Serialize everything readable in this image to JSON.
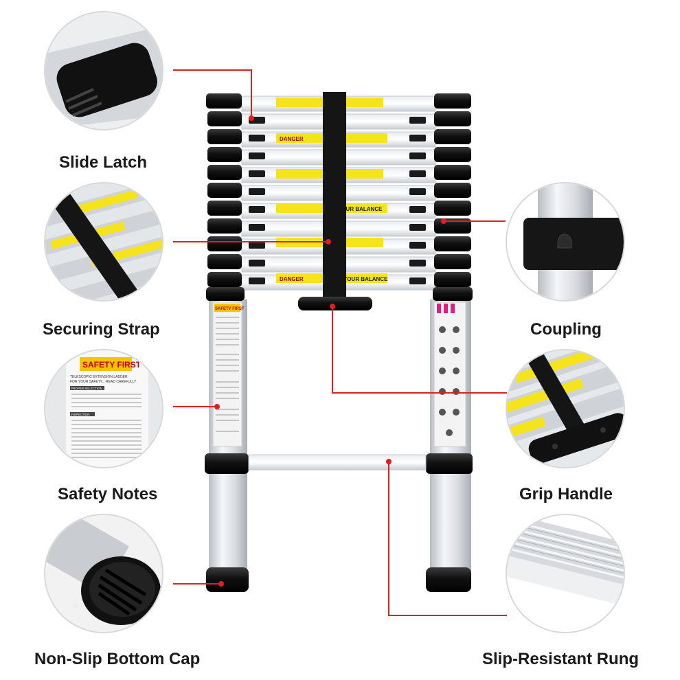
{
  "colors": {
    "leader_line": "#e02020",
    "warning_yellow": "#f5e41c",
    "plastic_black": "#151515",
    "aluminium": "#d9dde1"
  },
  "labels": {
    "slide_latch": "Slide Latch",
    "securing_strap": "Securing Strap",
    "safety_notes": "Safety Notes",
    "non_slip_bottom_cap": "Non-Slip Bottom Cap",
    "coupling": "Coupling",
    "grip_handle": "Grip Handle",
    "slip_resistant_rung": "Slip-Resistant Rung"
  },
  "ladder_text": {
    "danger": "DANGER",
    "balance": "YOUR BALANCE",
    "safety_first": "SAFETY FIRST"
  },
  "safety_notes_detail": {
    "heading": "SAFETY FIRST",
    "subtitle_1": "TELESCOPIC EXTENSION LADDER",
    "subtitle_2": "FOR YOUR SAFETY... READ CAREFULLY",
    "section_1": "PROPER SELECTION",
    "section_2": "INSPECTION"
  }
}
